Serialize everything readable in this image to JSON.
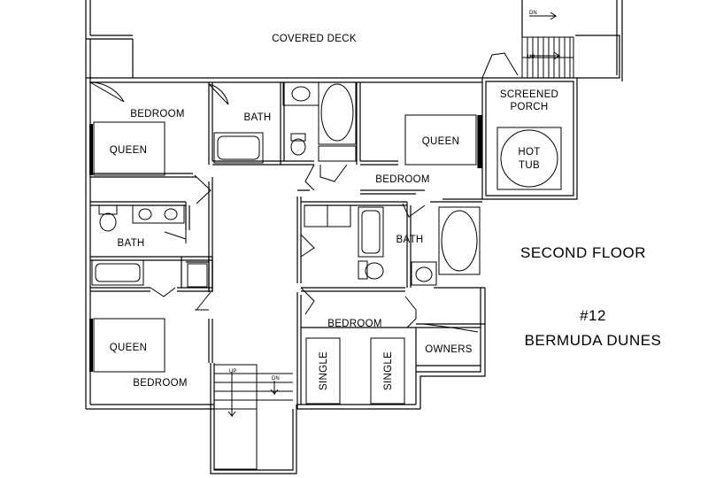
{
  "plan": {
    "floor_title": "SECOND FLOOR",
    "unit_number": "#12",
    "property_name": "BERMUDA DUNES",
    "rooms": {
      "covered_deck": "COVERED DECK",
      "bedroom_nw": "BEDROOM",
      "bath_north": "BATH",
      "bedroom_ne": "BEDROOM",
      "screened_porch_line1": "SCREENED",
      "screened_porch_line2": "PORCH",
      "bath_west": "BATH",
      "bath_east": "BATH",
      "bedroom_sw": "BEDROOM",
      "bedroom_south": "BEDROOM",
      "owners": "OWNERS"
    },
    "fixtures": {
      "queen_nw": "QUEEN",
      "queen_ne": "QUEEN",
      "queen_sw": "QUEEN",
      "hot_tub_line1": "HOT",
      "hot_tub_line2": "TUB",
      "single_1": "SINGLE",
      "single_2": "SINGLE"
    },
    "stair_marks": {
      "up": "UP",
      "dn": "DN"
    }
  }
}
